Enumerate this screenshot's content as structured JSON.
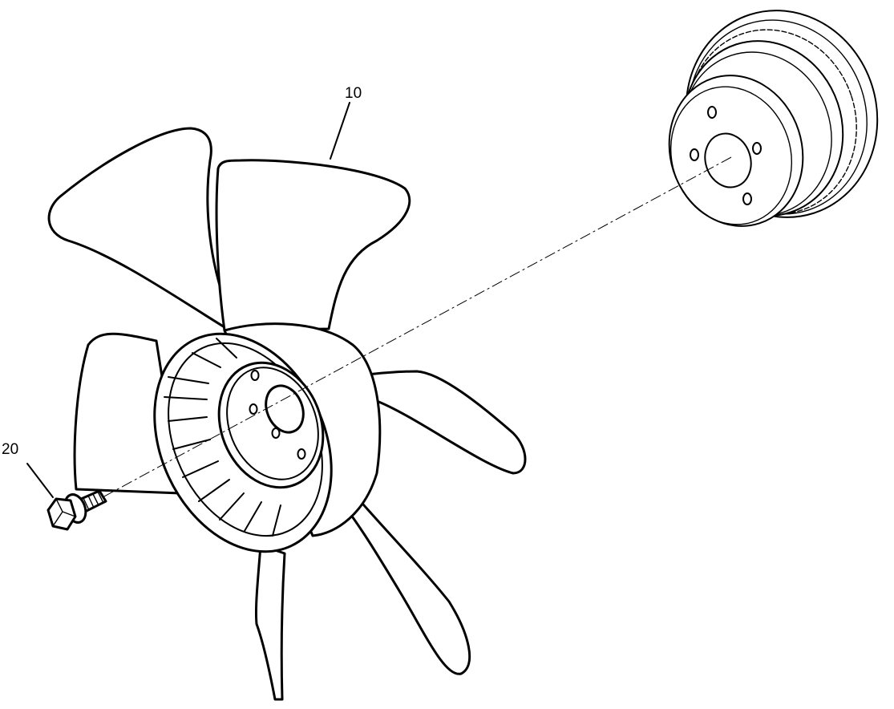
{
  "diagram": {
    "callouts": [
      {
        "id": "fan",
        "label": "10"
      },
      {
        "id": "bolt",
        "label": "20"
      }
    ]
  }
}
